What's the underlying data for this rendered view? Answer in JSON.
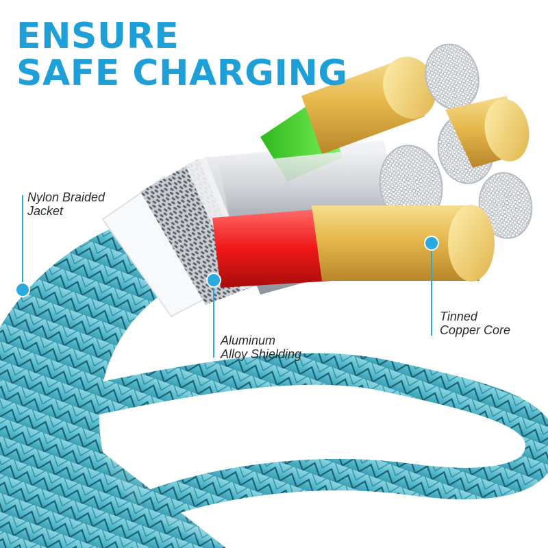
{
  "headline": {
    "line1": "ENSURE",
    "line2": "SAFE CHARGING"
  },
  "callouts": [
    {
      "line1": "Nylon Braided",
      "line2": "Jacket"
    },
    {
      "line1": "Aluminum",
      "line2": "Alloy Shielding"
    },
    {
      "line1": "Tinned",
      "line2": "Copper Core"
    }
  ],
  "colors": {
    "headline": "#1e9fd8",
    "callout_text": "#2b2b2b",
    "pointer": "#29a9e0",
    "braid": "#5bbfd2",
    "gold": "#e6b84c",
    "red_wire": "#f01818",
    "green_wire": "#3fd22c",
    "white_sleeve": "#ffffff",
    "silver": "#d6d9dd"
  },
  "icons": [
    "pointer-dot",
    "pointer-line"
  ]
}
